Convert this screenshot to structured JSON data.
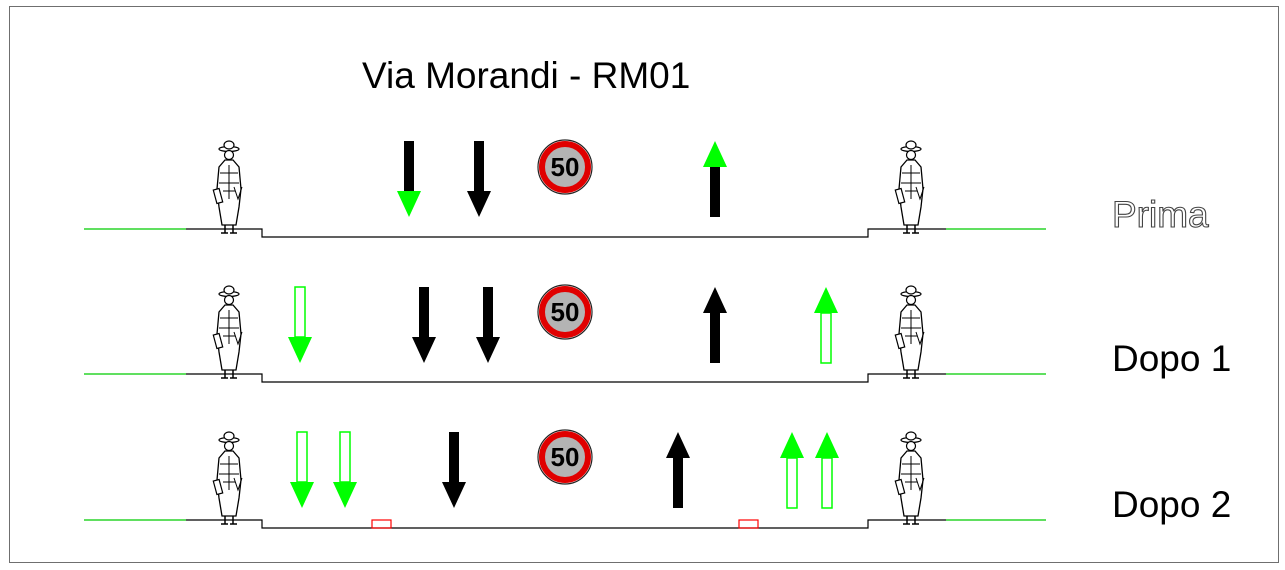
{
  "title": "Via Morandi - RM01",
  "speed_limit": "50",
  "rows": [
    {
      "label": "Prima"
    },
    {
      "label": "Dopo 1"
    },
    {
      "label": "Dopo 2"
    }
  ],
  "colors": {
    "sidewalk_line": "#00cc00",
    "bike_lane_arrow": "#00ff00",
    "traffic_arrow": "#000000",
    "sign_ring": "#e00000",
    "sign_fill": "#b4b4b4",
    "separator": "#ff0000"
  }
}
